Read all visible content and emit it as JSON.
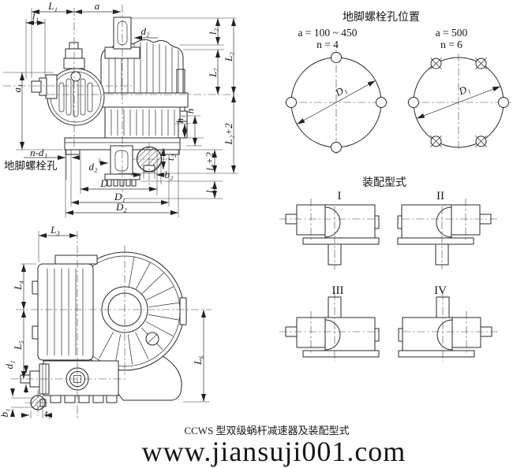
{
  "caption": "CCWS 型双级蜗杆减速器及装配型式",
  "watermark": {
    "text": "www.jiansuji001.com",
    "color": "#b88ce9"
  },
  "side_view": {
    "dims": {
      "L1": "L₁",
      "a": "a",
      "l1": "l₁",
      "a1": "a₁",
      "d2_top": "d₂",
      "l2": "l₂",
      "L2": "L₂",
      "L7": "L₇",
      "h1": "h₁",
      "h": "h",
      "L2p2": "L₂+2",
      "l2p2": "l₂+2",
      "l3": "l₃",
      "t2": "t₂",
      "b2": "b₂",
      "d2_bot": "d₂",
      "D": "D",
      "D1": "D₁",
      "D2": "D₂",
      "n_d3": "n-d₃",
      "anchor_hole": "地脚螺栓孔"
    }
  },
  "front_view": {
    "dims": {
      "L3": "L₃",
      "L4": "L₄",
      "L5": "L₅",
      "L6": "L₆",
      "d1": "d₁",
      "b1": "b₁",
      "t1": "t₁"
    }
  },
  "bolt_layout": {
    "title": "地脚螺栓孔位置",
    "left": {
      "range": "a = 100 ~ 450",
      "count": "n = 4",
      "dia": "D₁"
    },
    "right": {
      "range": "a = 500",
      "count": "n = 6",
      "dia": "D₁"
    }
  },
  "assembly": {
    "title": "装配型式",
    "t1": "I",
    "t2": "II",
    "t3": "III",
    "t4": "IV"
  }
}
